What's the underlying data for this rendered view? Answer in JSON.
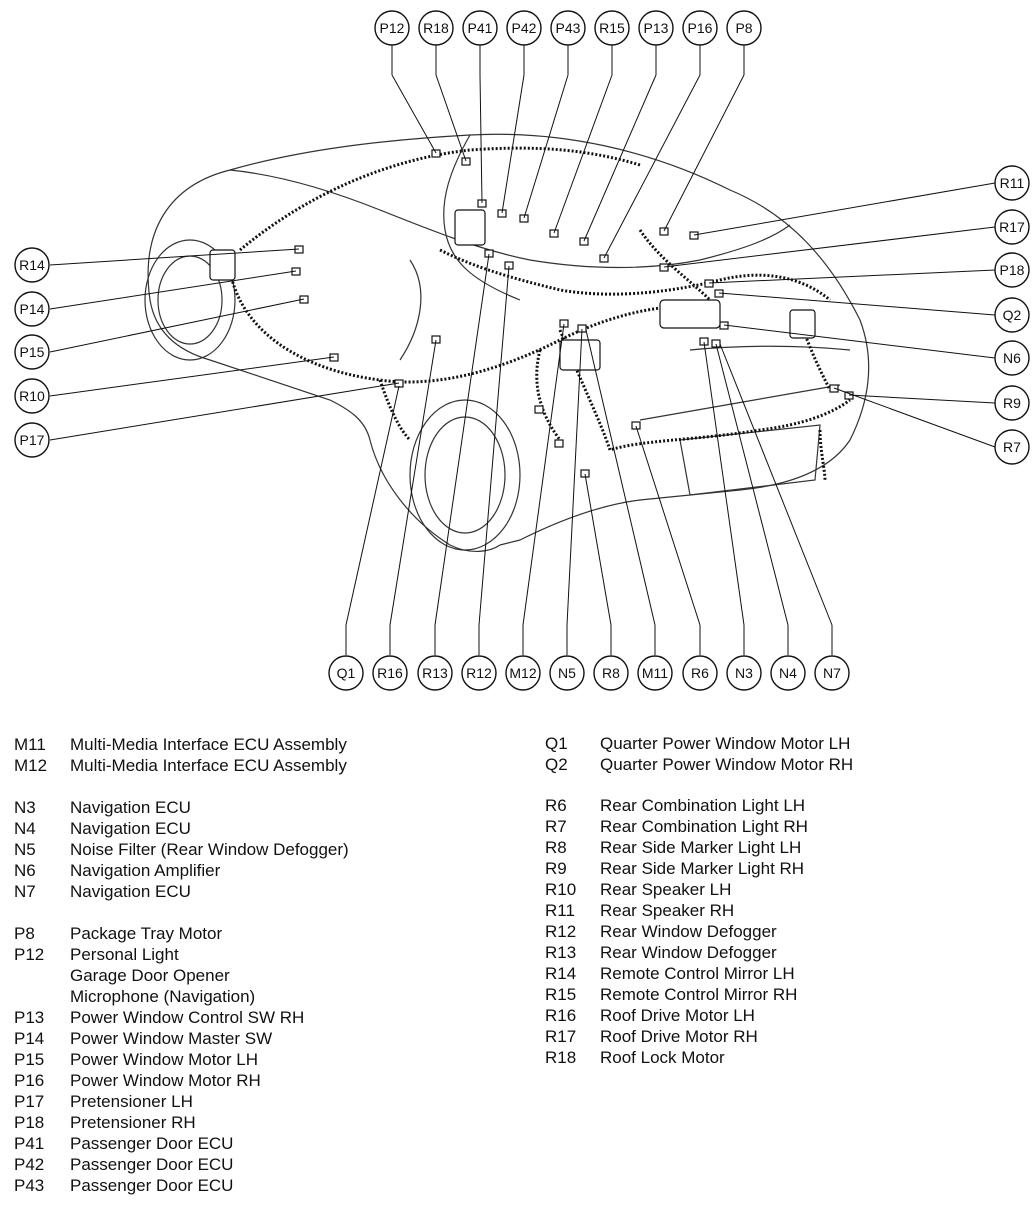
{
  "callouts": [
    "P12",
    "R18",
    "P41",
    "P42",
    "P43",
    "R15",
    "P13",
    "P16",
    "P8",
    "R11",
    "R17",
    "P18",
    "Q2",
    "N6",
    "R9",
    "R7",
    "R14",
    "P14",
    "P15",
    "R10",
    "P17",
    "Q1",
    "R16",
    "R13",
    "R12",
    "M12",
    "N5",
    "R8",
    "M11",
    "R6",
    "N3",
    "N4",
    "N7"
  ],
  "legend_left": [
    {
      "code": "M11",
      "name": "Multi-Media Interface ECU Assembly"
    },
    {
      "code": "M12",
      "name": "Multi-Media Interface ECU Assembly"
    },
    {
      "code": "N3",
      "name": "Navigation ECU"
    },
    {
      "code": "N4",
      "name": "Navigation ECU"
    },
    {
      "code": "N5",
      "name": "Noise Filter (Rear Window Defogger)"
    },
    {
      "code": "N6",
      "name": "Navigation Amplifier"
    },
    {
      "code": "N7",
      "name": "Navigation ECU"
    },
    {
      "code": "P8",
      "name": "Package Tray Motor"
    },
    {
      "code": "P12",
      "name": "Personal Light"
    },
    {
      "code": "",
      "name": "Garage Door Opener"
    },
    {
      "code": "",
      "name": "Microphone (Navigation)"
    },
    {
      "code": "P13",
      "name": "Power Window Control SW RH"
    },
    {
      "code": "P14",
      "name": "Power Window Master SW"
    },
    {
      "code": "P15",
      "name": "Power Window Motor LH"
    },
    {
      "code": "P16",
      "name": "Power Window Motor RH"
    },
    {
      "code": "P17",
      "name": "Pretensioner LH"
    },
    {
      "code": "P18",
      "name": "Pretensioner RH"
    },
    {
      "code": "P41",
      "name": "Passenger Door ECU"
    },
    {
      "code": "P42",
      "name": "Passenger Door ECU"
    },
    {
      "code": "P43",
      "name": "Passenger Door ECU"
    }
  ],
  "legend_right": [
    {
      "code": "Q1",
      "name": "Quarter Power Window Motor LH"
    },
    {
      "code": "Q2",
      "name": "Quarter Power Window Motor RH"
    },
    {
      "code": "R6",
      "name": "Rear Combination Light LH"
    },
    {
      "code": "R7",
      "name": "Rear Combination Light RH"
    },
    {
      "code": "R8",
      "name": "Rear Side Marker Light LH"
    },
    {
      "code": "R9",
      "name": "Rear Side Marker Light RH"
    },
    {
      "code": "R10",
      "name": "Rear Speaker LH"
    },
    {
      "code": "R11",
      "name": "Rear Speaker RH"
    },
    {
      "code": "R12",
      "name": "Rear Window Defogger"
    },
    {
      "code": "R13",
      "name": "Rear Window Defogger"
    },
    {
      "code": "R14",
      "name": "Remote Control Mirror LH"
    },
    {
      "code": "R15",
      "name": "Remote Control Mirror RH"
    },
    {
      "code": "R16",
      "name": "Roof Drive Motor LH"
    },
    {
      "code": "R17",
      "name": "Roof Drive Motor RH"
    },
    {
      "code": "R18",
      "name": "Roof Lock Motor"
    }
  ]
}
